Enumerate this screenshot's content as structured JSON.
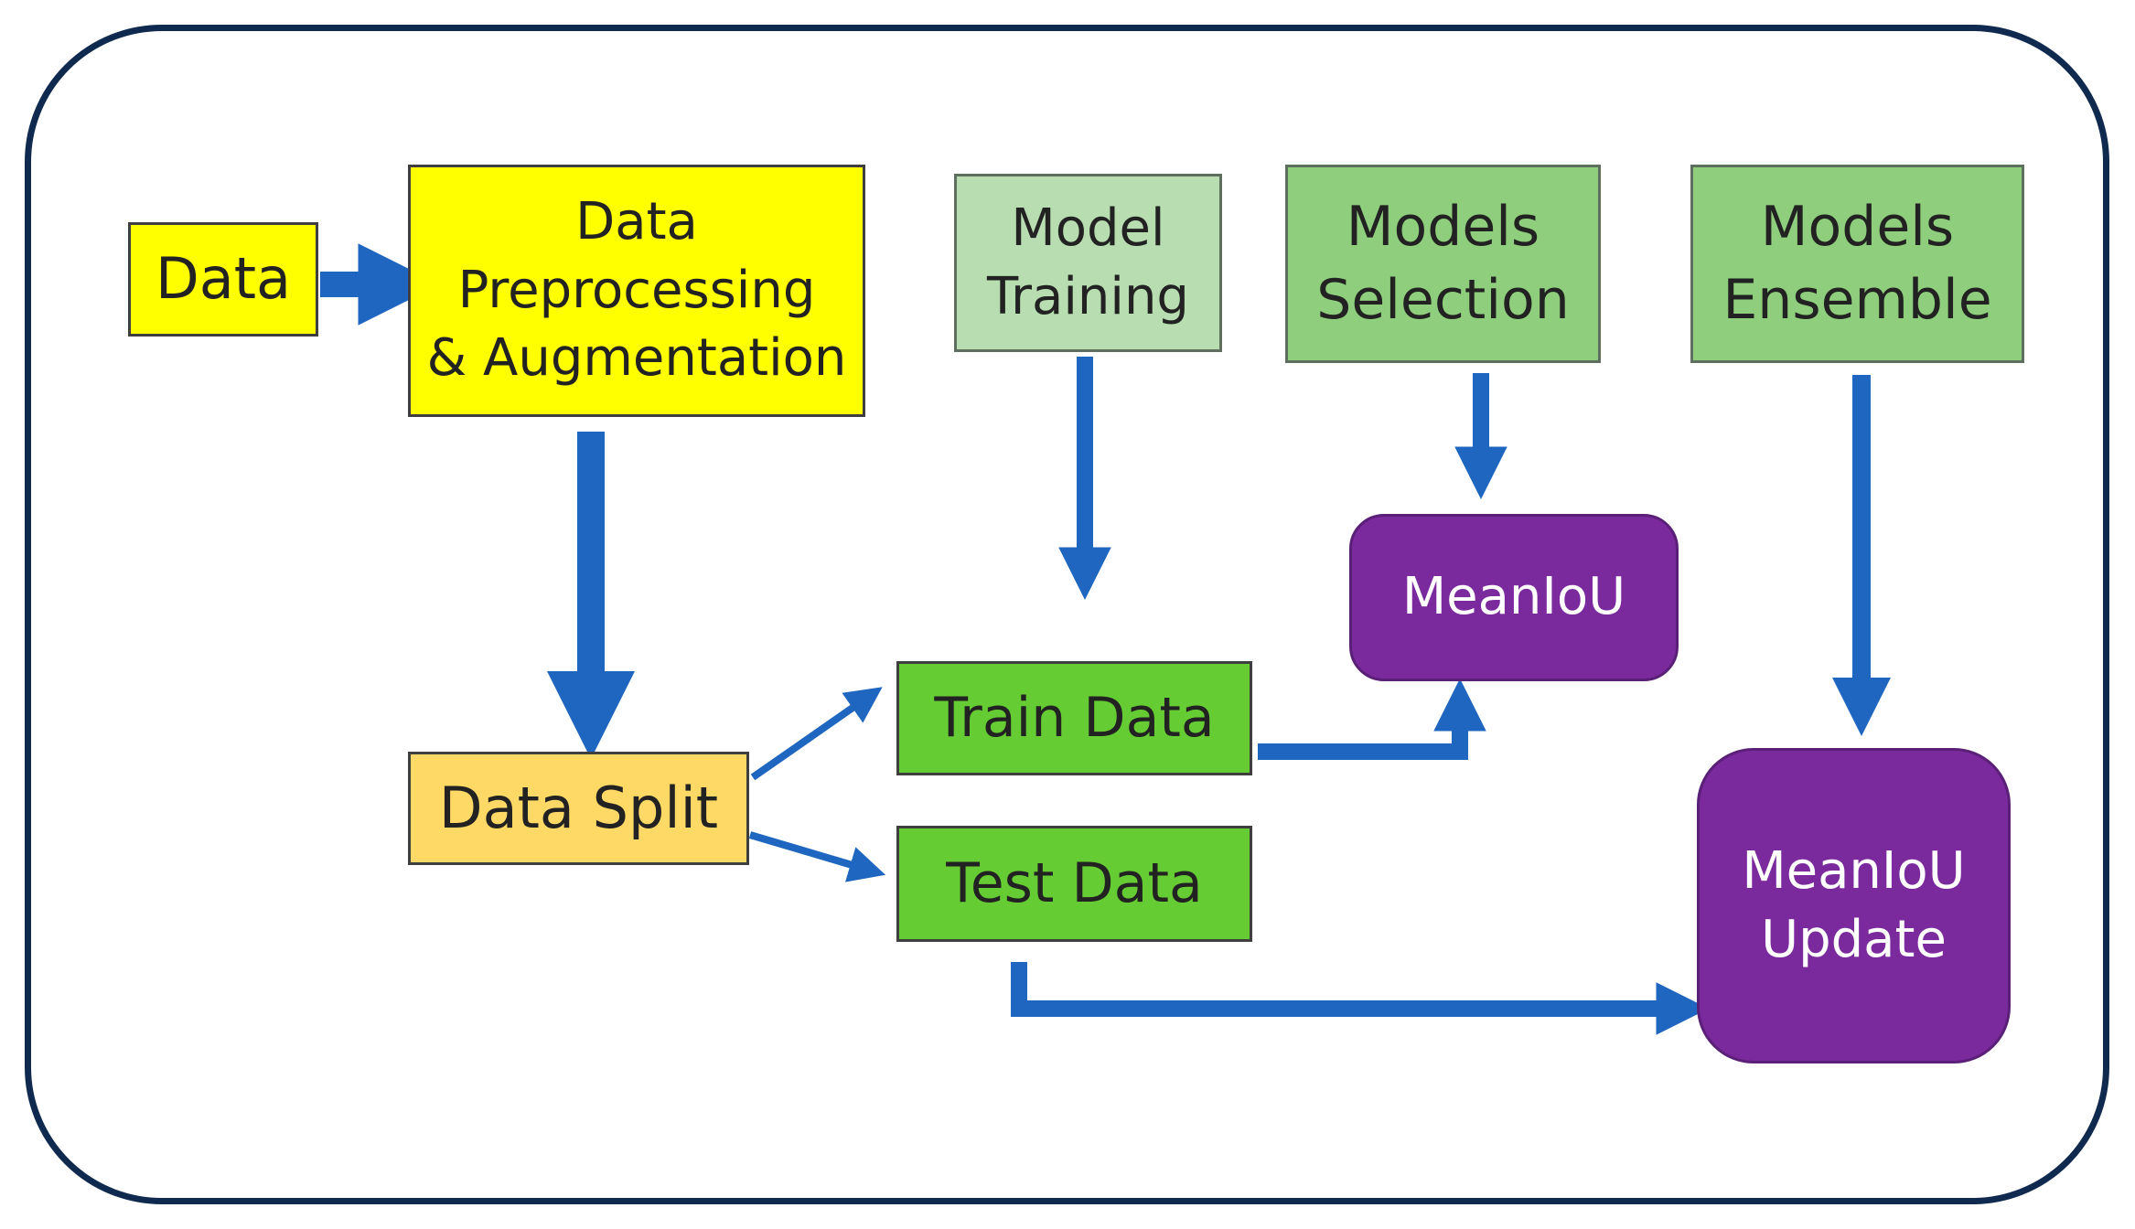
{
  "colors": {
    "frame": "#0f2a4e",
    "arrow": "#1f66c1",
    "yellow": "#ffff00",
    "orange": "#ffd966",
    "pale_green": "#b7ddb0",
    "mid_green": "#8fce7c",
    "green": "#66cc33",
    "purple": "#7b2a9e"
  },
  "nodes": {
    "data": "Data",
    "preprocessing": "Data\nPreprocessing\n& Augmentation",
    "data_split": "Data Split",
    "model_training": "Model\nTraining",
    "models_selection": "Models\nSelection",
    "models_ensemble": "Models\nEnsemble",
    "train_data": "Train Data",
    "test_data": "Test Data",
    "meaniou": "MeanIoU",
    "meaniou_update": "MeanIoU\nUpdate"
  },
  "edges": [
    {
      "from": "Data",
      "to": "Data Preprocessing & Augmentation"
    },
    {
      "from": "Data Preprocessing & Augmentation",
      "to": "Data Split"
    },
    {
      "from": "Data Split",
      "to": "Train Data"
    },
    {
      "from": "Data Split",
      "to": "Test Data"
    },
    {
      "from": "Model Training",
      "to": "Train Data"
    },
    {
      "from": "Models Selection",
      "to": "MeanIoU"
    },
    {
      "from": "Train Data",
      "to": "MeanIoU"
    },
    {
      "from": "Models Ensemble",
      "to": "MeanIoU Update"
    },
    {
      "from": "Test Data",
      "to": "MeanIoU Update"
    }
  ]
}
